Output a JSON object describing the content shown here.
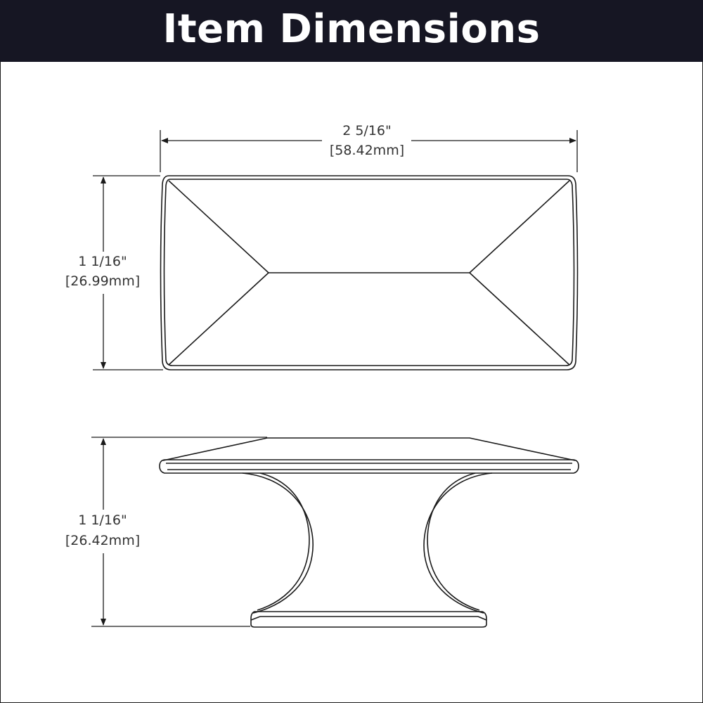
{
  "header": {
    "title": "Item Dimensions",
    "background_color": "#161623",
    "text_color": "#ffffff"
  },
  "dimensions": {
    "width": {
      "imperial": "2 5/16\"",
      "metric": "[58.42mm]"
    },
    "top_height": {
      "imperial": "1 1/16\"",
      "metric": "[26.99mm]"
    },
    "side_height": {
      "imperial": "1 1/16\"",
      "metric": "[26.42mm]"
    }
  },
  "line_color": "#1a1a1a"
}
